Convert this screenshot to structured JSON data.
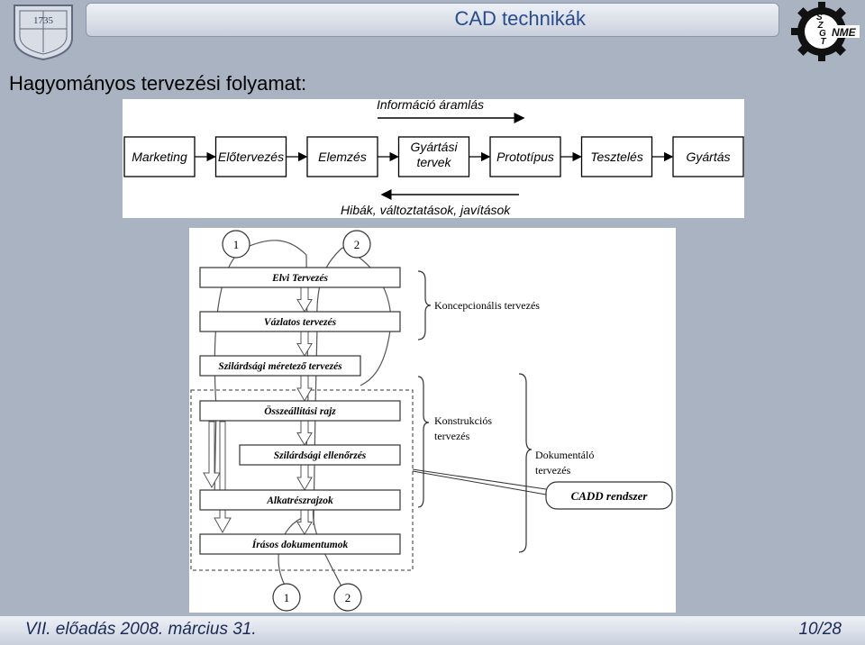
{
  "header": {
    "title": "CAD technikák",
    "logo_left_text": "1735",
    "logo_right_text": [
      "S",
      "Z",
      "G",
      "T"
    ],
    "logo_right_badge": "NME"
  },
  "heading": "Hagyományos tervezési folyamat:",
  "flow": {
    "top_label": "Információ áramlás",
    "bottom_label": "Hibák, változtatások, javítások",
    "steps": [
      [
        "Marketing"
      ],
      [
        "Előtervezés"
      ],
      [
        "Elemzés"
      ],
      [
        "Gyártási",
        "tervek"
      ],
      [
        "Prototípus"
      ],
      [
        "Tesztelés"
      ],
      [
        "Gyártás"
      ]
    ]
  },
  "process": {
    "top_markers": [
      "1",
      "2"
    ],
    "bottom_markers": [
      "1",
      "2"
    ],
    "stages": [
      "Elvi Tervezés",
      "Vázlatos tervezés",
      "Szilárdsági méretező tervezés",
      "Összeállítási rajz",
      "Szilárdsági ellenőrzés",
      "Alkatrészrajzok",
      "Írásos dokumentumok"
    ],
    "brace_concept": "Koncepcionális tervezés",
    "brace_construct": [
      "Konstrukciós",
      "tervezés"
    ],
    "brace_document": [
      "Dokumentáló",
      "tervezés"
    ],
    "cadd_label": "CADD rendszer"
  },
  "footer": {
    "left": "VII. előadás 2008. március 31.",
    "right": "10/28"
  }
}
